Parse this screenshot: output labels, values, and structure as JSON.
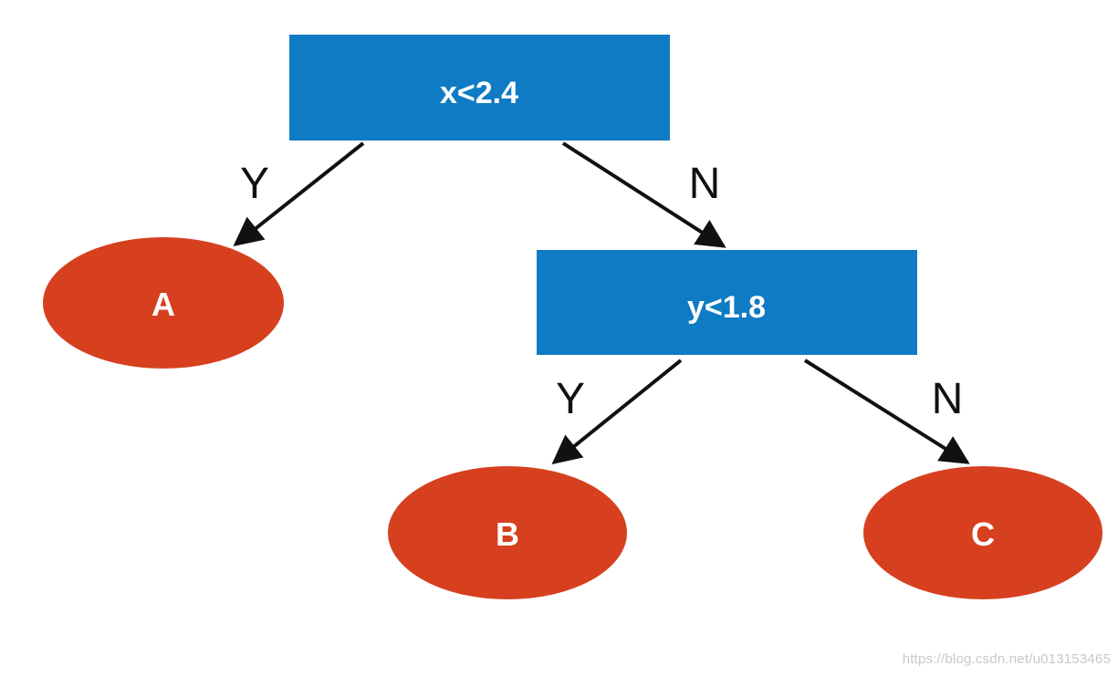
{
  "colors": {
    "decision_fill": "#0f7bc4",
    "leaf_fill": "#d6401f",
    "edge_stroke": "#111111",
    "label_text": "#ffffff"
  },
  "tree": {
    "root": {
      "label": "x<2.4"
    },
    "split": {
      "label": "y<1.8"
    },
    "leaves": {
      "a": "A",
      "b": "B",
      "c": "C"
    },
    "edges": {
      "root_yes": "Y",
      "root_no": "N",
      "split_yes": "Y",
      "split_no": "N"
    }
  },
  "watermark": "https://blog.csdn.net/u013153465"
}
